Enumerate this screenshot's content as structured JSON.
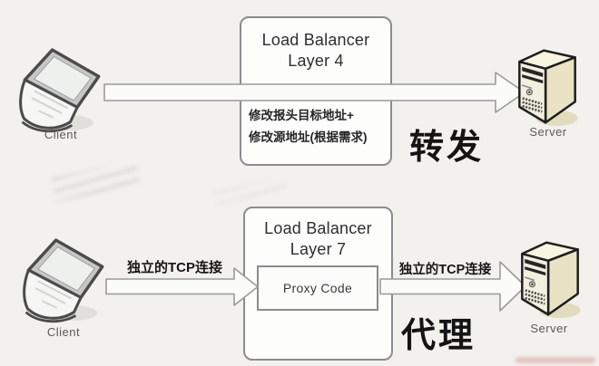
{
  "forward": {
    "client_label": "Client",
    "server_label": "Server",
    "title_line1": "Load Balancer",
    "title_line2": "Layer 4",
    "note_line1": "修改报头目标地址+",
    "note_line2": "修改源地址(根据需求)",
    "mode_label": "转发"
  },
  "proxy": {
    "client_label": "Client",
    "server_label": "Server",
    "title_line1": "Load Balancer",
    "title_line2": "Layer 7",
    "inner_label": "Proxy Code",
    "tcp_label_left": "独立的TCP连接",
    "tcp_label_right": "独立的TCP连接",
    "mode_label": "代理"
  },
  "colors": {
    "background": "#f2f1ee",
    "box_fill": "#fdfdfc",
    "box_border": "#8c8c8c",
    "arrow_outline": "#9a9a9a",
    "arrow_fill": "#fbfbfa",
    "text_dark": "#141414",
    "caption_gray": "#5a5a5a",
    "server_front": "#f3efde",
    "server_side": "#e9e2c4",
    "server_top": "#f8f4e0",
    "server_shadow": "#e0d9ba"
  },
  "icons": {
    "laptop": "laptop-icon",
    "server": "server-tower-icon"
  }
}
